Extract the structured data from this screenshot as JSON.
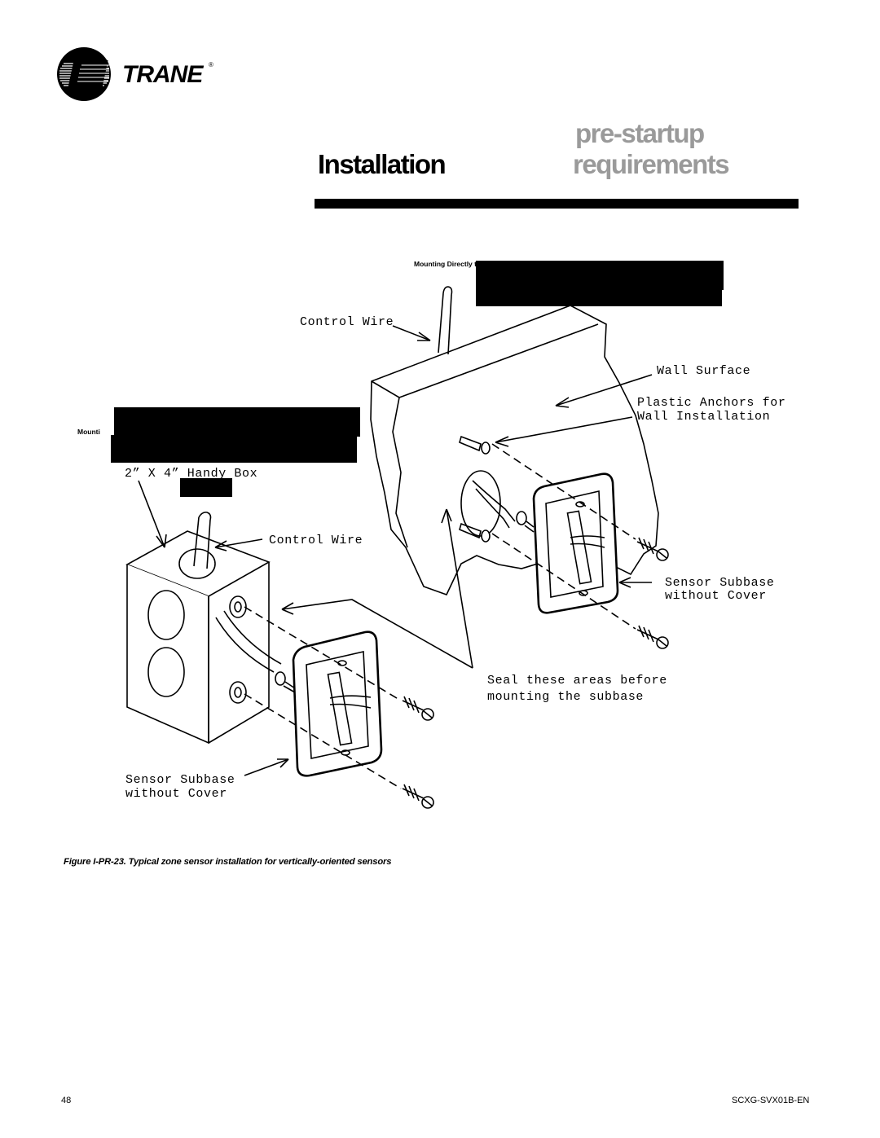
{
  "brand": {
    "name": "TRANE",
    "registered_mark": "®",
    "icon": "trane-logo-icon"
  },
  "header": {
    "section": "Installation",
    "topic_line1": "pre-startup",
    "topic_line2": "requirements"
  },
  "figure": {
    "labels": {
      "mounting_wall": "Mounting Directly to the Wall",
      "mounting_box": "Mounti",
      "control_wire_top": "Control Wire",
      "wall_surface": "Wall Surface",
      "plastic_anchors_1": "Plastic Anchors for",
      "plastic_anchors_2": "Wall Installation",
      "handy_box": "2” X 4” Handy Box",
      "control_wire_box": "Control Wire",
      "subbase_right_1": "Sensor Subbase",
      "subbase_right_2": "without Cover",
      "seal_1": "Seal these areas before",
      "seal_2": "mounting the subbase",
      "subbase_left_1": "Sensor Subbase",
      "subbase_left_2": "without Cover"
    },
    "caption": "Figure I-PR-23. Typical zone sensor installation for vertically-oriented sensors"
  },
  "footer": {
    "page_number": "48",
    "doc_id": "SCXG-SVX01B-EN"
  }
}
